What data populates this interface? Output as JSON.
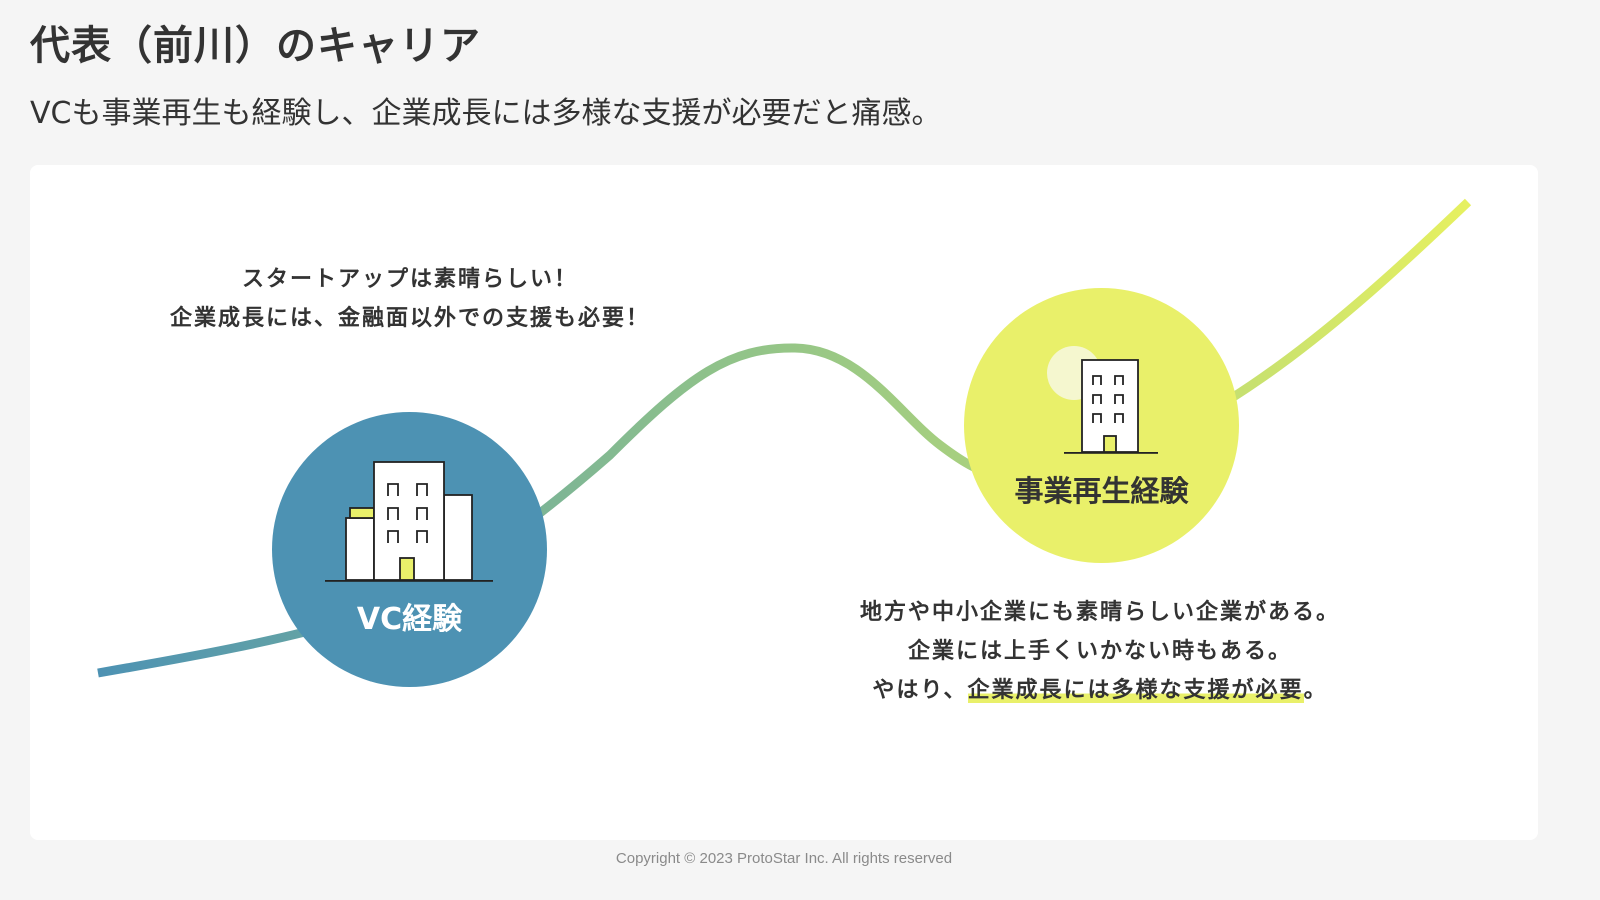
{
  "header": {
    "title": "代表（前川）のキャリア",
    "subtitle": "VCも事業再生も経験し、企業成長には多様な支援が必要だと痛感。"
  },
  "career": {
    "vc_label": "VC経験",
    "revival_label": "事業再生経験",
    "note_top": [
      "スタートアップは素晴らしい！",
      "企業成長には、金融面以外での支援も必要！"
    ],
    "note_bottom": [
      "地方や中小企業にも素晴らしい企業がある。",
      "企業には上手くいかない時もある。"
    ],
    "note_bottom_last_prefix": "やはり、",
    "note_bottom_last_highlight": "企業成長には多様な支援が必要",
    "note_bottom_last_suffix": "。"
  },
  "colors": {
    "vc_blue": "#4d92b3",
    "revival_yellow": "#e9f06a",
    "curve_green": "#8fc28a"
  },
  "footer": {
    "copyright": "Copyright © 2023 ProtoStar Inc. All rights reserved"
  }
}
